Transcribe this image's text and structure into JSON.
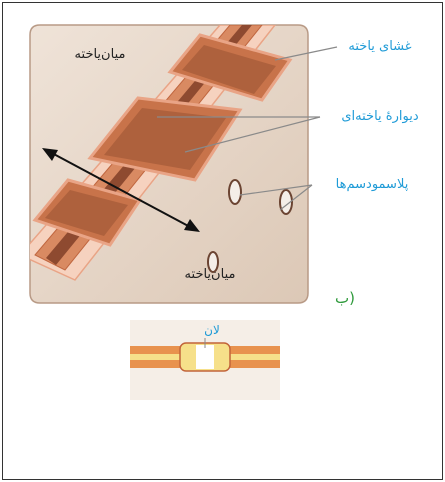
{
  "labels": {
    "cytoplasm_top": "میان‌یاخته",
    "cytoplasm_bottom": "میان‌یاخته",
    "membrane": "غشای یاخته",
    "cell_wall": "دیوارهٔ یاخته‌ای",
    "plasmodesmata": "پلاسمودسم‌ها",
    "panel_letter": "ب)",
    "inset_label": "لان"
  },
  "colors": {
    "label_blue": "#1f9bd7",
    "panel_letter_green": "#2f9a3c",
    "wall_orange": "#e07a4e",
    "wall_brown": "#9a5a3a",
    "cell_bg": "#e9dcd0",
    "membrane_pink": "#f2b59a",
    "inset_band": "#f0a060",
    "inset_yellow": "#f6e08a"
  }
}
